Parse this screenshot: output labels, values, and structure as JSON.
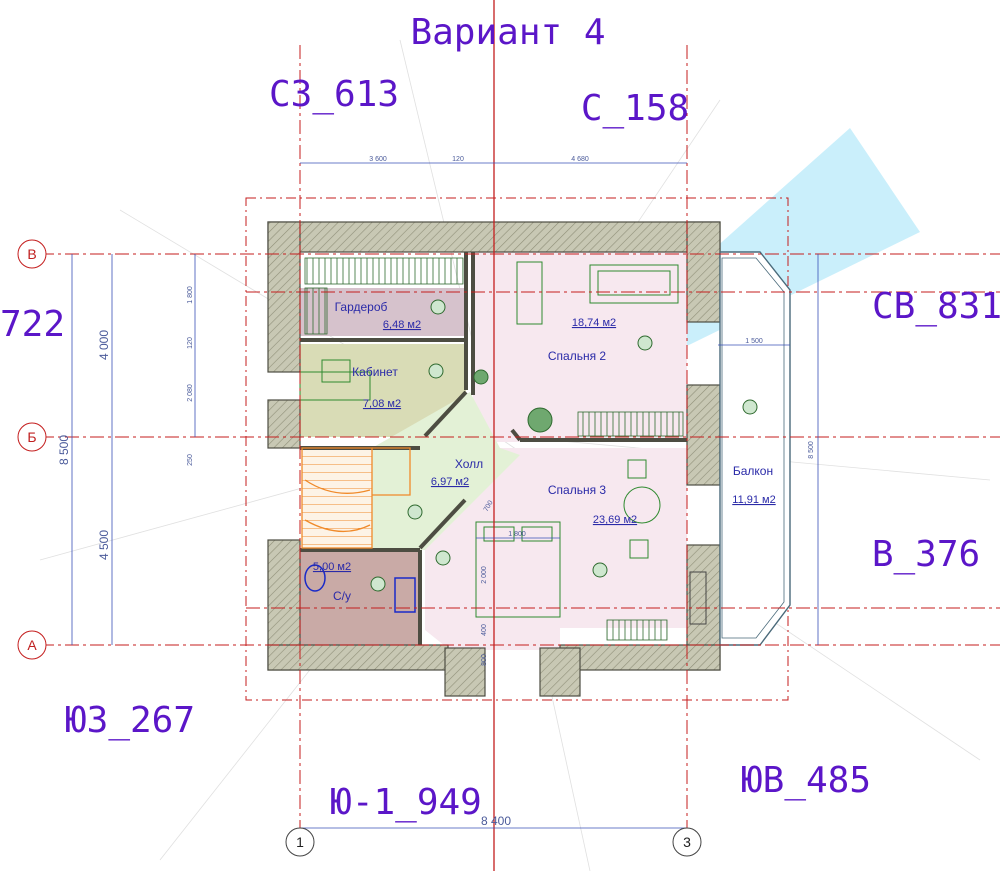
{
  "title": "Вариант 4",
  "directions": {
    "nw": "СЗ_613",
    "n": "С_158",
    "ne": "СВ_831",
    "w": "722",
    "e": "В_376",
    "sw": "ЮЗ_267",
    "s": "Ю-1_949",
    "se": "ЮВ_485"
  },
  "axes": {
    "row_v": "В",
    "row_b": "Б",
    "row_a": "А",
    "col_1": "1",
    "col_3": "3"
  },
  "dimensions": {
    "top_left": "3 600",
    "top_mid": "120",
    "top_right": "4 680",
    "bottom_total": "8 400",
    "left_total": "8 500",
    "left_upper": "4 000",
    "left_lower": "4 500",
    "small_1800": "1 800",
    "small_120": "120",
    "small_2080": "2 080",
    "small_250": "250",
    "balcony_width": "1 500",
    "right_total": "8 500",
    "bed_width": "1 800",
    "bed_len": "2 000",
    "door_d1": "400",
    "door_d2": "800",
    "diag_dim": "700"
  },
  "rooms": [
    {
      "name": "Гардероб",
      "area": "6,48 м2"
    },
    {
      "name": "Кабинет",
      "area": "7,08 м2"
    },
    {
      "name": "Спальня 2",
      "area": "18,74 м2"
    },
    {
      "name": "Холл",
      "area": "6,97 м2"
    },
    {
      "name": "Спальня 3",
      "area": "23,69 м2"
    },
    {
      "name": "Балкон",
      "area": "11,91 м2"
    },
    {
      "name": "С/у",
      "area": "5,00 м2"
    }
  ],
  "colors": {
    "label_purple": "#5b16c8",
    "axis_red": "#c41e1e",
    "dimension_blue": "#3a50b8",
    "wall_hatch": "#b9b9a2",
    "room_pink": "#f7e8ef",
    "wardrobe_mauve": "#d6c2cc",
    "study_olive": "#d9dcb6",
    "hall_green": "#e3f1d6",
    "wc_brown": "#c9aaa6",
    "sun_cyan": "#bdebfa",
    "stair_orange": "#f08a2a"
  }
}
